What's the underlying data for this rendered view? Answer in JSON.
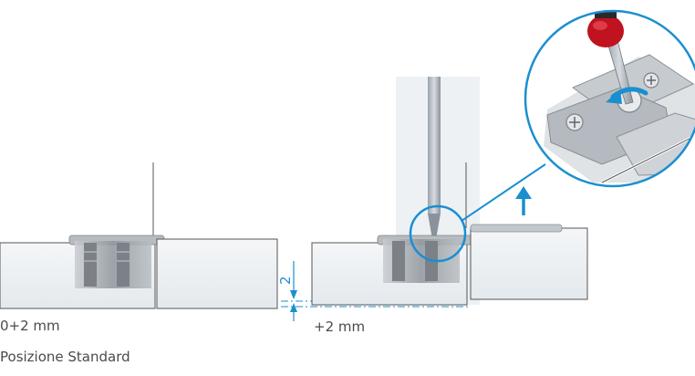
{
  "labels": {
    "standard_range": "0+2 mm",
    "standard_position": "Posizione Standard",
    "raised_offset": "+2 mm",
    "dimension_value": "2"
  },
  "colors": {
    "accent_blue": "#1a8fd0",
    "panel_fill": "#eef2f5",
    "panel_stroke": "#555555",
    "hinge_metal": "#a9aeb4",
    "screwdriver_handle": "#c0121f",
    "screwdriver_shaft": "#8d969f"
  },
  "icons": {
    "lift_arrow": "arrow-up-icon",
    "rotation_arrow": "rotate-arrow-icon"
  }
}
